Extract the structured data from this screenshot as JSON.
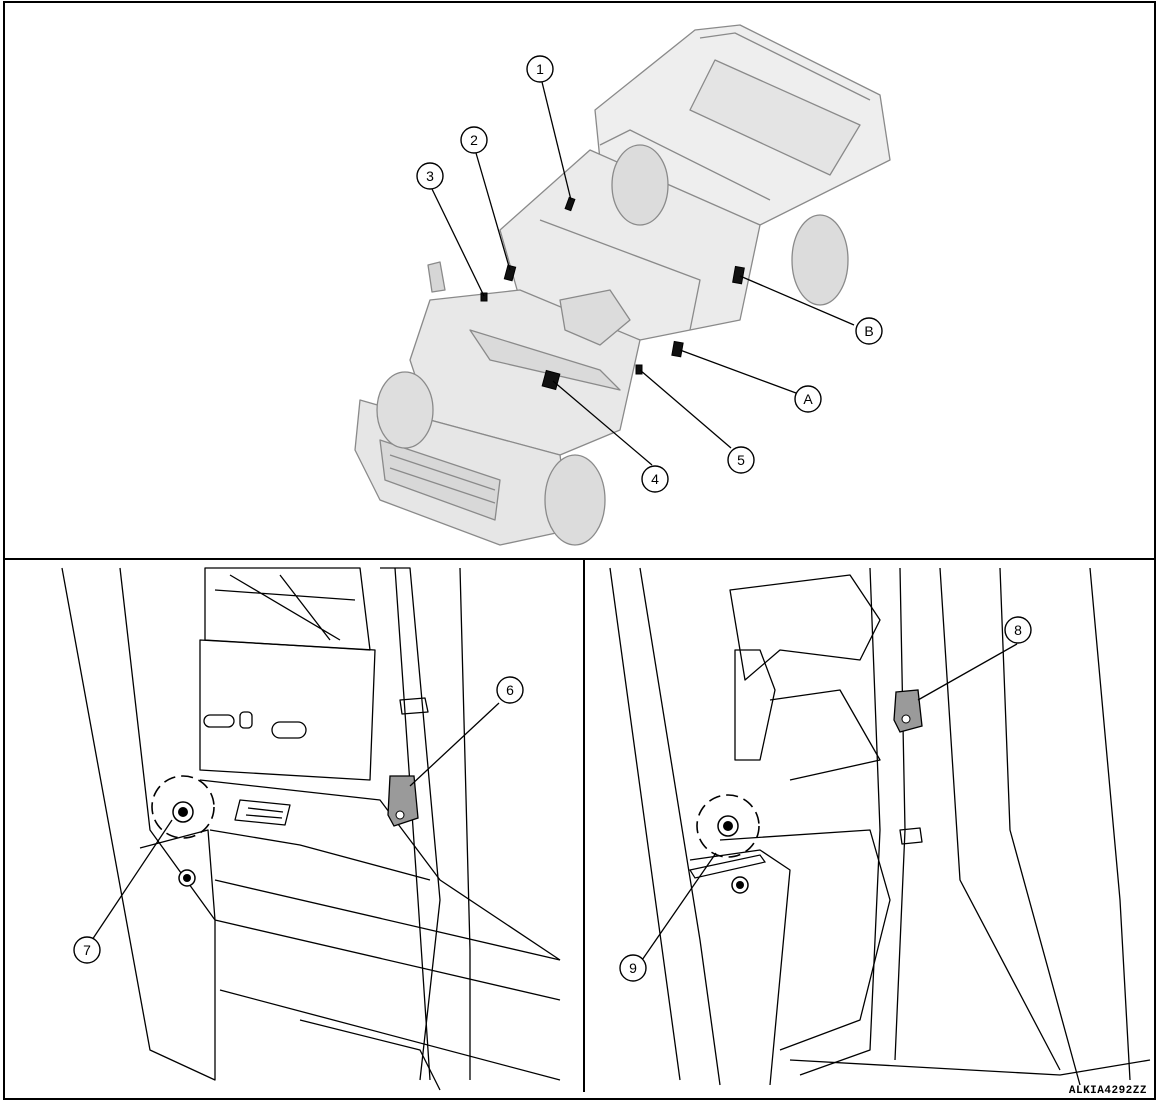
{
  "callouts": {
    "c1": "1",
    "c2": "2",
    "c3": "3",
    "c4": "4",
    "c5": "5",
    "cA": "A",
    "cB": "B",
    "c6": "6",
    "c7": "7",
    "c8": "8",
    "c9": "9"
  },
  "figure_code": "ALKIA4292ZZ"
}
